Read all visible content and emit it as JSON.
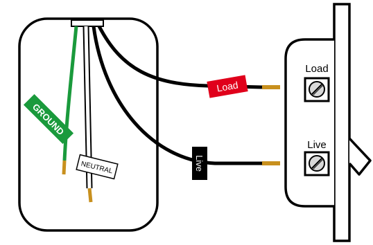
{
  "labels": {
    "ground": "GROUND",
    "neutral": "NEUTRAL",
    "load": "Load",
    "live": "Live",
    "terminal_load": "Load",
    "terminal_live": "Live"
  },
  "colors": {
    "ground_wire": "#1a9a3c",
    "ground_tag": "#1a9a3c",
    "load_tag": "#e0001b",
    "live_tag": "#000000",
    "copper": "#c8901e",
    "outline": "#000000"
  }
}
